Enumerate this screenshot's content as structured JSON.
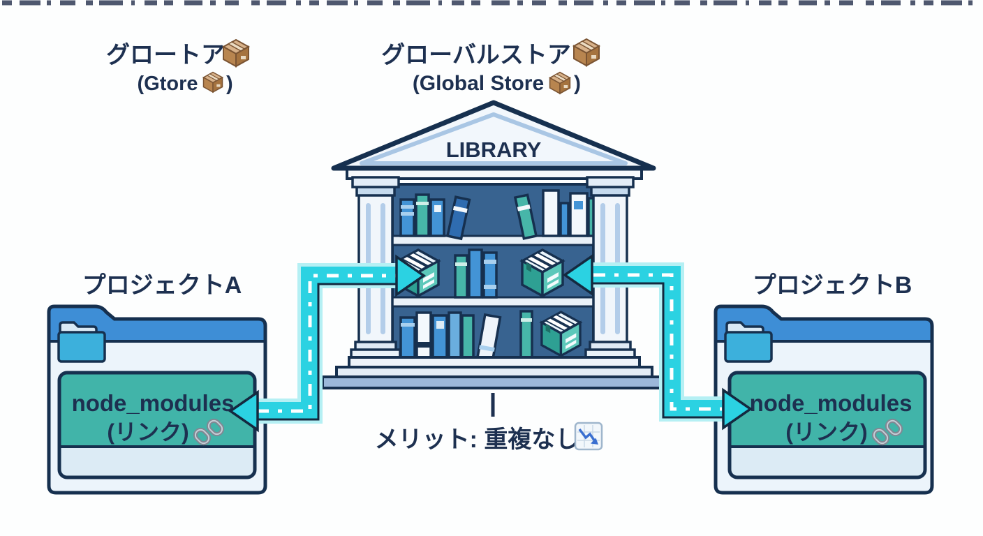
{
  "titles": {
    "left_store": {
      "line1": "グロートア",
      "line2_open": "(Gtore",
      "line2_close": ")"
    },
    "global_store": {
      "line1": "グローバルストア",
      "line2_open": "(Global Store",
      "line2_close": ")"
    }
  },
  "library": {
    "sign": "LIBRARY"
  },
  "projects": {
    "a": {
      "title": "プロジェクトA",
      "folder_row1": "node_modules",
      "folder_row2": "(リンク)"
    },
    "b": {
      "title": "プロジェクトB",
      "folder_row1": "node_modules",
      "folder_row2": "(リンク)"
    }
  },
  "benefit": {
    "label": "メリット: 重複なし"
  },
  "icons": {
    "package": "📦",
    "link": "🔗",
    "chart_decreasing": "📉"
  },
  "colors": {
    "ink": "#1d3050",
    "outline": "#16304f",
    "arrow_cyan": "#2bd2e2",
    "arrow_halo": "#b5f0f4",
    "folder_blue": "#3e8ed6",
    "folder_body": "#ecf4fb",
    "node_modules_teal": "#41b4a9",
    "library_wall": "#386390",
    "shelf": "#e9f1f8",
    "book_blue": "#4394d6",
    "book_teal": "#47b6a9",
    "column": "#f1f6fb",
    "steps_bottom": "#9cb8da"
  }
}
